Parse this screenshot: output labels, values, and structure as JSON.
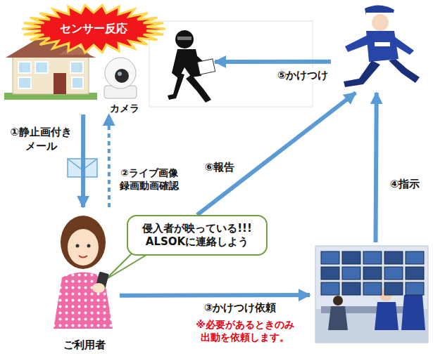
{
  "diagram": {
    "nodes": [
      {
        "text": [
          "センサー反応"
        ]
      },
      {
        "text": [
          "カメラ"
        ]
      },
      {
        "text": []
      },
      {
        "text": []
      },
      {
        "text": [
          "ご利用者"
        ]
      },
      {
        "text": [
          "侵入者が映っている!!! ALSOKに連絡しよう"
        ]
      },
      {
        "text": []
      }
    ],
    "edges": [
      {
        "from": 1,
        "to": 4,
        "label": "①静止画付き メール",
        "arrow": "to"
      },
      {
        "from": 4,
        "to": 1,
        "label": "②ライブ画像 録画動画確認",
        "arrow": "to"
      },
      {
        "from": 4,
        "to": 6,
        "label": "③かけつけ依頼",
        "arrow": "to"
      },
      {
        "from": 6,
        "to": 3,
        "label": "④指示",
        "arrow": "to"
      },
      {
        "from": 3,
        "to": 2,
        "label": "⑤かけつけ",
        "arrow": "to"
      },
      {
        "from": 5,
        "to": 3,
        "label": "⑥報告",
        "arrow": "to"
      }
    ],
    "labels": [
      "※必要があるときのみ 出動を依頼します。"
    ]
  }
}
